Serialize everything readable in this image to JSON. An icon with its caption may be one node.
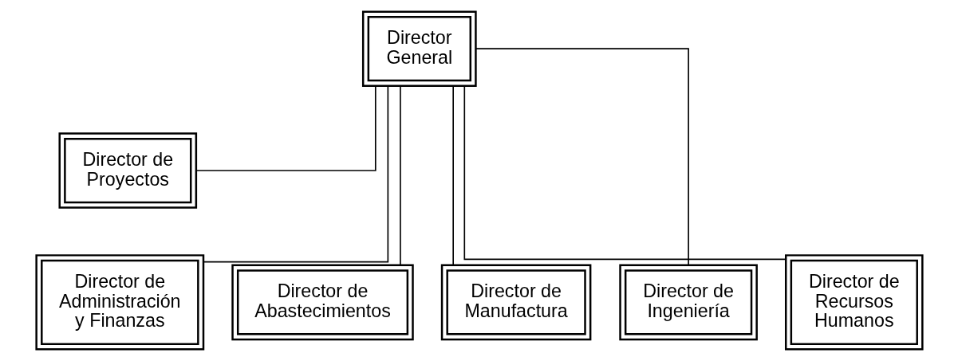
{
  "diagram": {
    "nodes": [
      {
        "text": [
          "Director General"
        ]
      },
      {
        "text": [
          "Director de Proyectos"
        ]
      },
      {
        "text": [
          "Director de Abastecimientos"
        ]
      },
      {
        "text": [
          "Director de Manufactura"
        ]
      },
      {
        "text": [
          "Director de Administración y Finanzas"
        ]
      },
      {
        "text": [
          "Director de Ingeniería"
        ]
      },
      {
        "text": [
          "Director de Recursos Humanos"
        ]
      }
    ],
    "edges": [
      {
        "from": 0,
        "to": 1,
        "arrow": "none"
      },
      {
        "from": 0,
        "to": 2,
        "arrow": "none"
      },
      {
        "from": 0,
        "to": 3,
        "arrow": "none"
      },
      {
        "from": 0,
        "to": 4,
        "arrow": "none"
      },
      {
        "from": 0,
        "to": 5,
        "arrow": "none"
      },
      {
        "from": 0,
        "to": 6,
        "arrow": "none"
      }
    ]
  }
}
